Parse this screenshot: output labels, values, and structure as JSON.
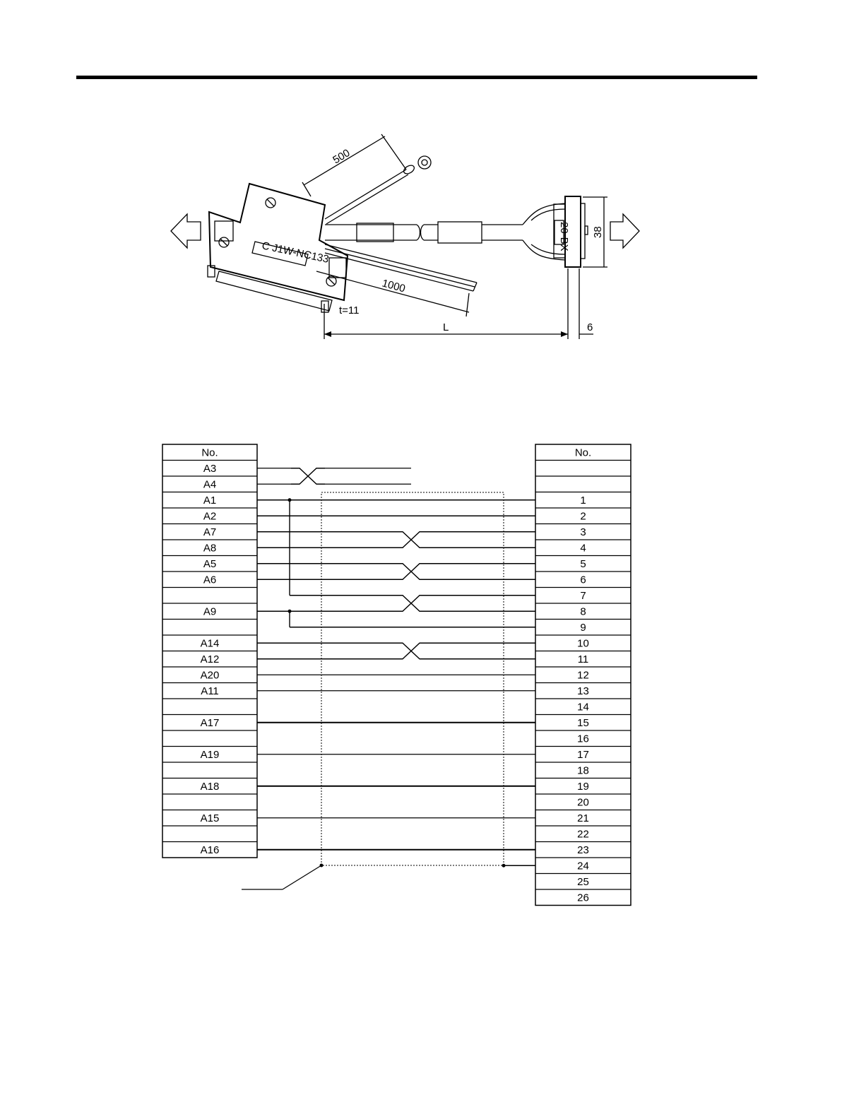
{
  "cable_drawing": {
    "label_connector": "C J1W-NC133",
    "label_plug": "20-BX",
    "dim_ground_wire": "500",
    "dim_wires": "1000",
    "dim_thickness": "t=11",
    "dim_length": "L",
    "dim_height": "38",
    "dim_plug": "6"
  },
  "left_table": {
    "header": "No.",
    "rows": [
      "A3",
      "A4",
      "A1",
      "A2",
      "A7",
      "A8",
      "A5",
      "A6",
      "",
      "A9",
      "",
      "A14",
      "A12",
      "A20",
      "A11",
      "",
      "A17",
      "",
      "A19",
      "",
      "A18",
      "",
      "A15",
      "",
      "A16"
    ]
  },
  "right_table": {
    "header": "No.",
    "rows": [
      "",
      "",
      "1",
      "2",
      "3",
      "4",
      "5",
      "6",
      "7",
      "8",
      "9",
      "10",
      "11",
      "12",
      "13",
      "14",
      "15",
      "16",
      "17",
      "18",
      "19",
      "20",
      "21",
      "22",
      "23",
      "24",
      "25",
      "26"
    ]
  },
  "colors": {
    "line": "#000000",
    "background": "#ffffff"
  }
}
